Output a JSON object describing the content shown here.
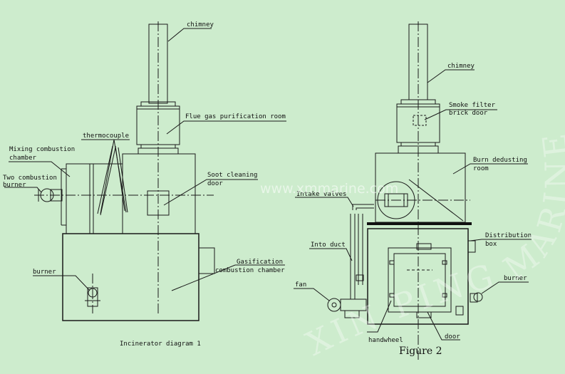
{
  "figure1": {
    "labels": {
      "chimney": "chimney",
      "flue": "Flue gas purification room",
      "thermocouple": "thermocouple",
      "mixing_1": "Mixing combustion",
      "mixing_2": "chamber",
      "two_comb_1": "Two combustion",
      "two_comb_2": "burner",
      "soot_1": "Soot cleaning",
      "soot_2": "door",
      "gas_1": "Gasification",
      "gas_2": "combustion chamber",
      "burner": "burner"
    },
    "caption": "Incinerator diagram 1"
  },
  "figure2": {
    "labels": {
      "chimney": "chimney",
      "smoke_1": "Smoke filter",
      "smoke_2": "brick door",
      "burn_1": "Burn dedusting",
      "burn_2": "room",
      "intake": "Intake valves",
      "dist_1": "Distribution",
      "dist_2": "box",
      "into_duct": "Into duct",
      "fan": "fan",
      "burner": "burner",
      "handwheel": "handwheel",
      "door": "door"
    },
    "caption": "Figure 2"
  },
  "watermark": {
    "site": "www.xmmarine.com",
    "arc_text": "XIN PING MARINE"
  },
  "colors": {
    "background": "#cdeccd",
    "line": "#1a1a1a"
  }
}
